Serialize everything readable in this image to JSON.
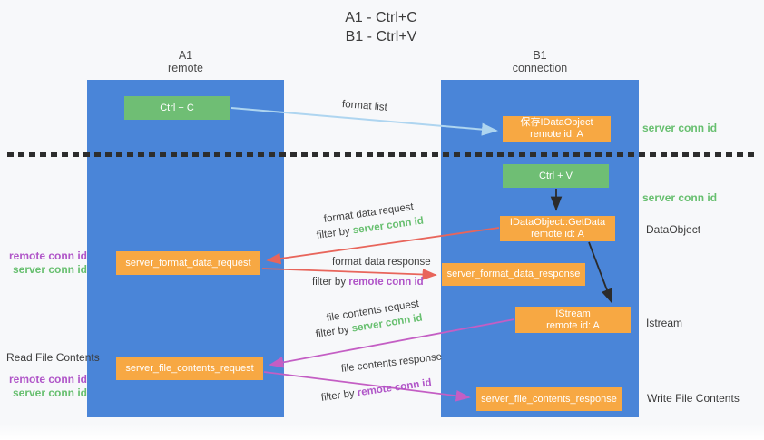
{
  "title": {
    "line1": "A1 - Ctrl+C",
    "line2": "B1 - Ctrl+V"
  },
  "columns": {
    "a": {
      "name": "A1",
      "role": "remote"
    },
    "b": {
      "name": "B1",
      "role": "connection"
    }
  },
  "nodes": {
    "ctrl_c": {
      "label": "Ctrl + C"
    },
    "save_idataobject": {
      "line1": "保存IDataObject",
      "line2": "remote id: A"
    },
    "ctrl_v": {
      "label": "Ctrl + V"
    },
    "getdata": {
      "line1": "IDataObject::GetData",
      "line2": "remote id: A"
    },
    "format_request": {
      "label": "server_format_data_request"
    },
    "format_response": {
      "label": "server_format_data_response"
    },
    "istream": {
      "line1": "IStream",
      "line2": "remote id: A"
    },
    "file_request": {
      "label": "server_file_contents_request"
    },
    "file_response": {
      "label": "server_file_contents_response"
    }
  },
  "arrow_labels": {
    "format_list": "format list",
    "format_data_request": "format data request",
    "filter_server_1": {
      "prefix": "filter by",
      "term": "server conn id"
    },
    "format_data_response": "format data response",
    "filter_remote_1": {
      "prefix": "filter by",
      "term": "remote conn id"
    },
    "file_contents_request": "file contents request",
    "filter_server_2": {
      "prefix": "filter by",
      "term": "server conn id"
    },
    "file_contents_response": "file contents response",
    "filter_remote_2": {
      "prefix": "filter by",
      "term": "remote conn id"
    }
  },
  "side_labels": {
    "left_remote_conn_1": "remote conn id",
    "left_server_conn_1": "server conn id",
    "read_file_contents": "Read File Contents",
    "left_remote_conn_2": "remote conn id",
    "left_server_conn_2": "server conn id",
    "right_server_conn_1": "server conn id",
    "right_server_conn_2": "server conn id",
    "data_object": "DataObject",
    "istream": "Istream",
    "write_file_contents": "Write File Contents"
  },
  "colors": {
    "panel_blue": "#4a85d8",
    "node_green": "#6fbe74",
    "node_orange": "#f7a843",
    "arrow_light_blue": "#aed5f0",
    "arrow_red": "#e8655b",
    "arrow_magenta": "#c45ec4",
    "arrow_black": "#2b2b2b",
    "label_green": "#67bf6f",
    "label_purple": "#b055c8"
  }
}
